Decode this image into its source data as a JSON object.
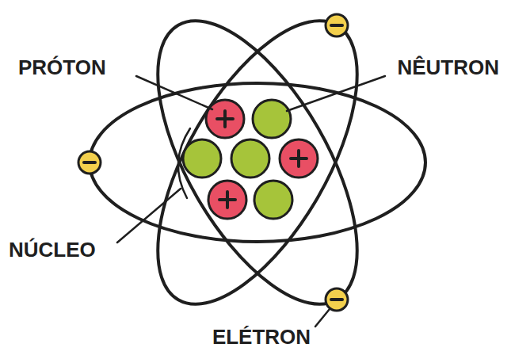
{
  "diagram": {
    "labels": [
      "PRÓTON",
      "NÊUTRON",
      "NÚCLEO",
      "ELÉTRON"
    ]
  }
}
